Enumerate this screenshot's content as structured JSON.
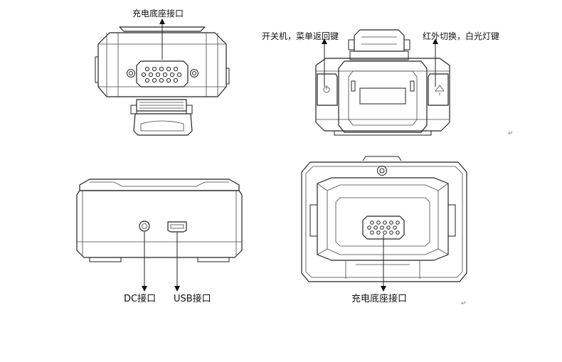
{
  "labels": {
    "top_left": "充电底座接口",
    "power_menu": "开关机，菜单返回键",
    "ir_light": "红外切换，白光灯键",
    "dc": "DC接口",
    "usb": "USB接口",
    "bottom_right": "充电底座接口"
  },
  "marks": {
    "return_1": "↵",
    "return_2": "↵"
  }
}
